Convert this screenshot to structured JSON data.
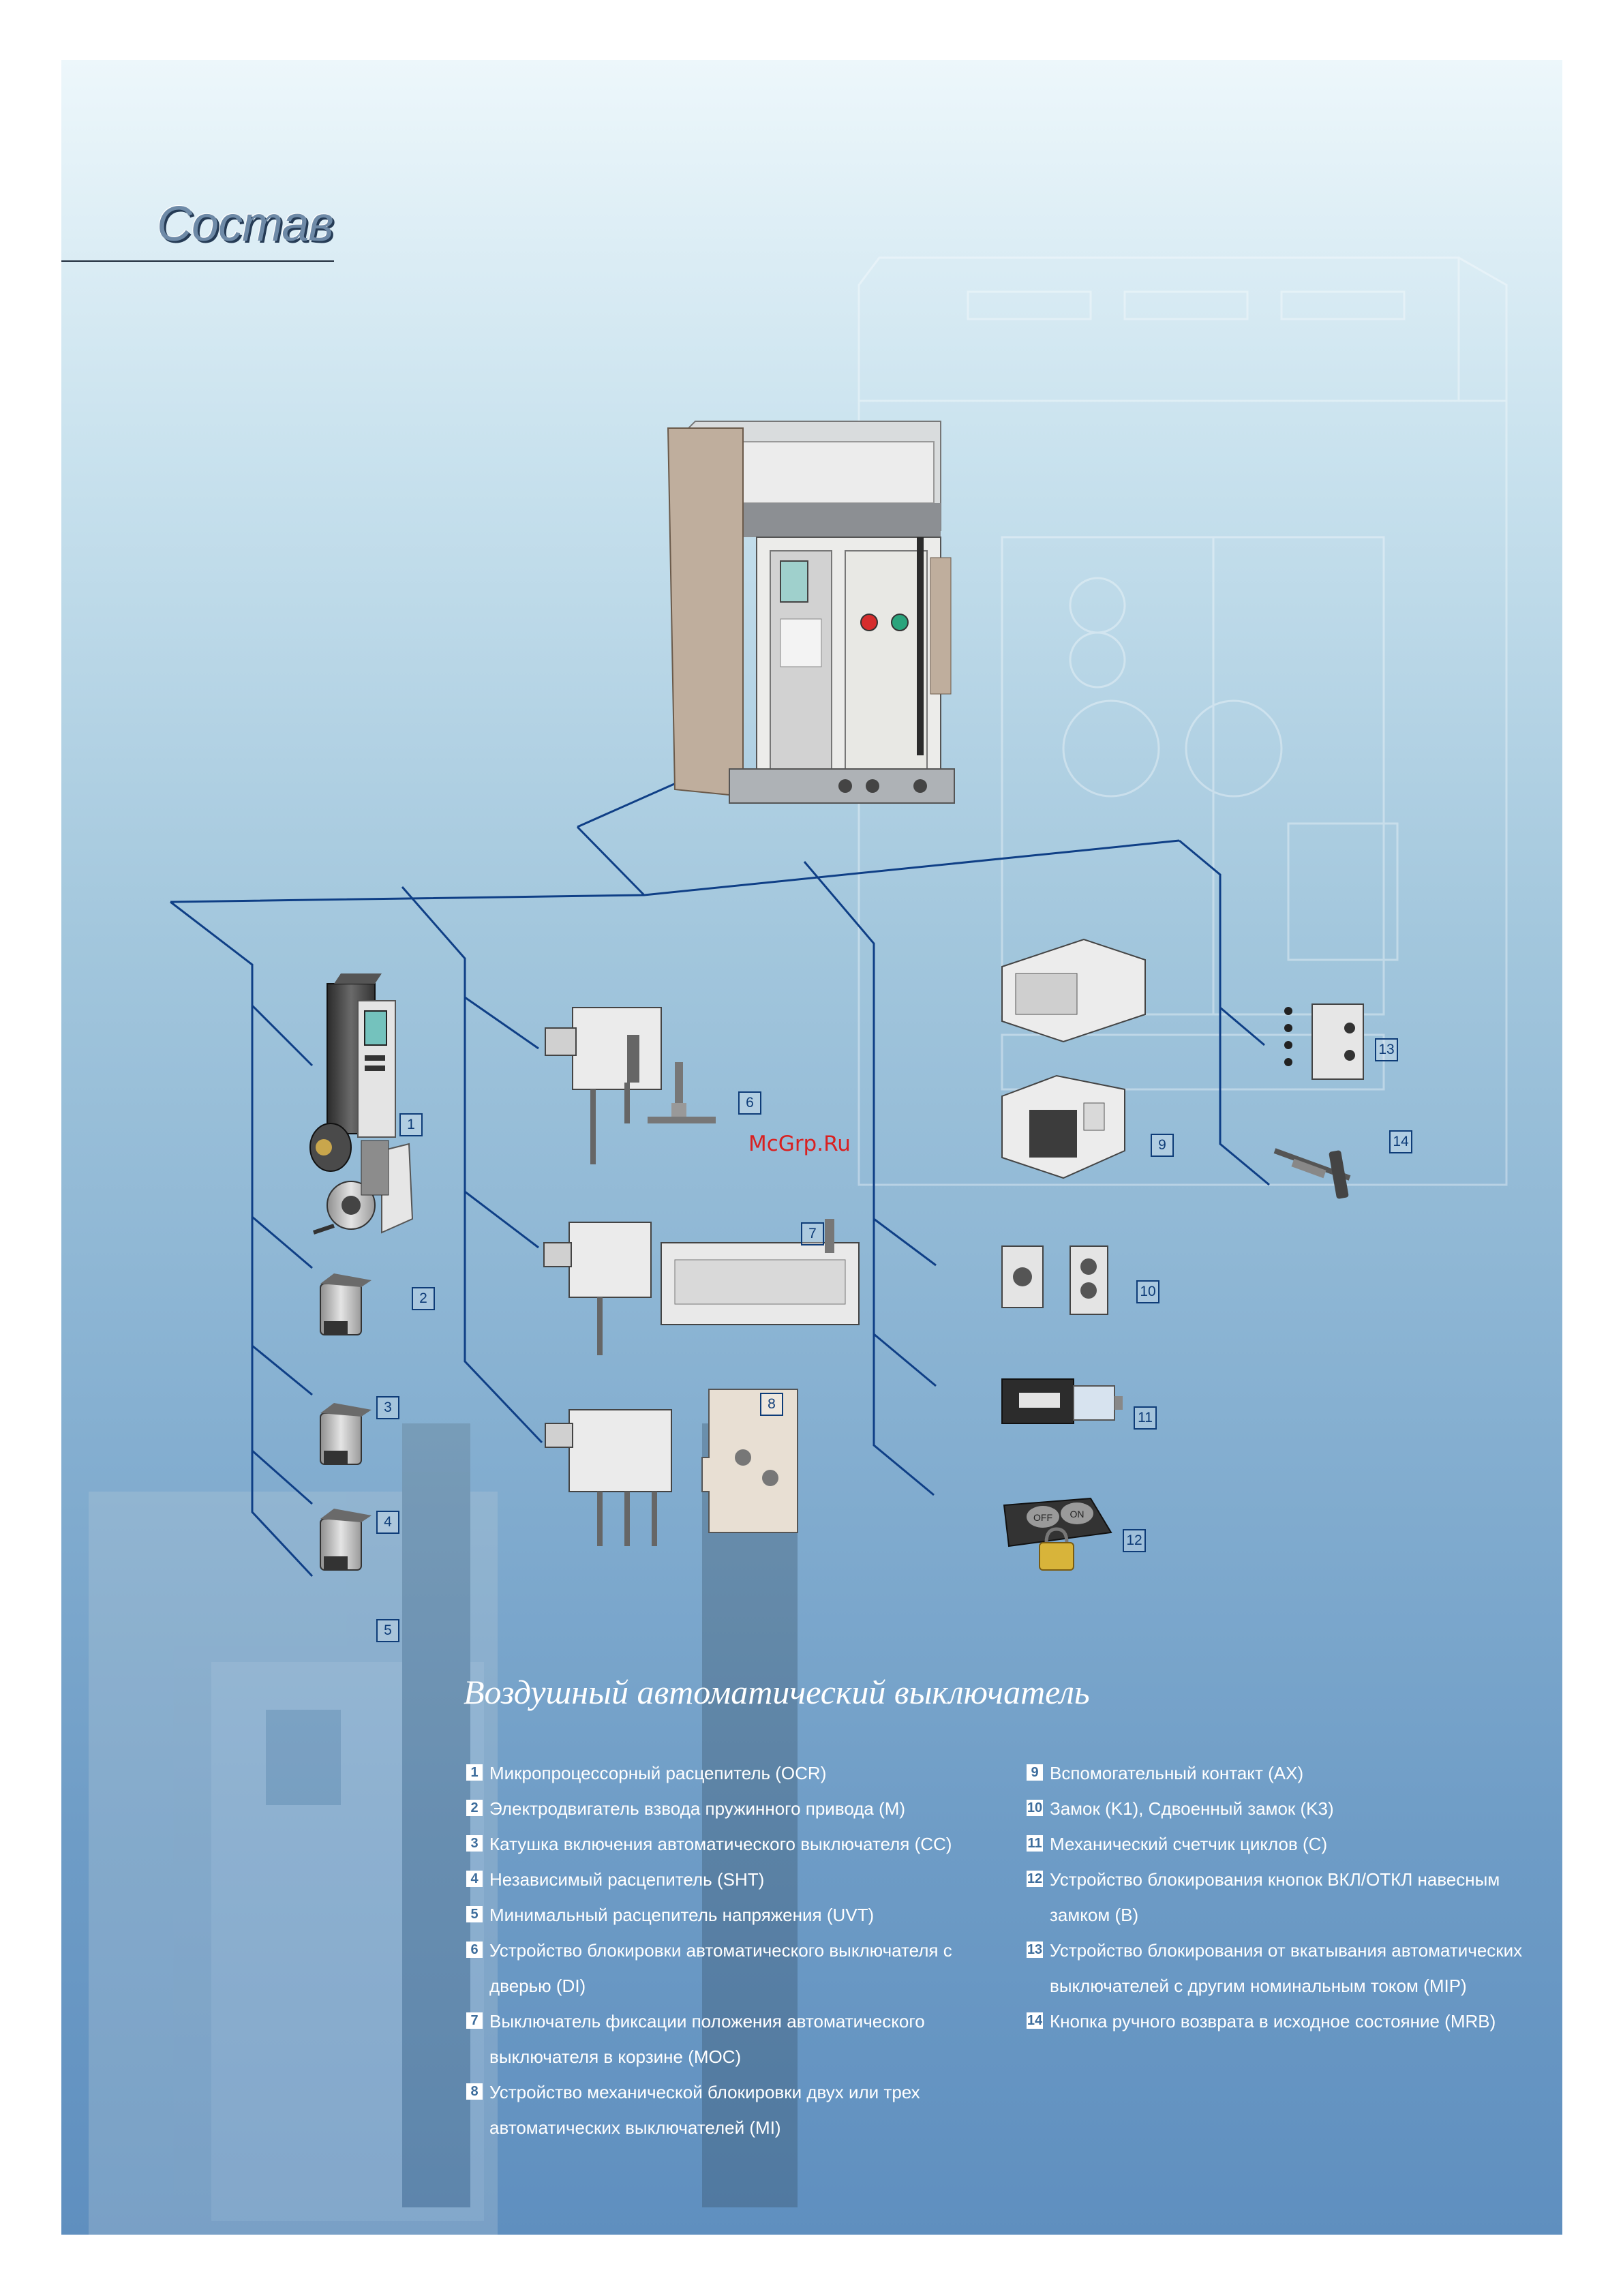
{
  "title": "Состав",
  "watermark": "McGrp.Ru",
  "legend_title": "Воздушный автоматический выключатель",
  "items": [
    {
      "num": "1",
      "text": "Микропроцессорный расцепитель (OCR)"
    },
    {
      "num": "2",
      "text": "Электродвигатель взвода пружинного привода (M)"
    },
    {
      "num": "3",
      "text": "Катушка включения автоматического выключателя (CC)"
    },
    {
      "num": "4",
      "text": "Независимый расцепитель (SHT)"
    },
    {
      "num": "5",
      "text": "Минимальный расцепитель напряжения (UVT)"
    },
    {
      "num": "6",
      "text": "Устройство блокировки автоматического выключателя с дверью (DI)"
    },
    {
      "num": "7",
      "text": "Выключатель фиксации положения автоматического выключателя в корзине (MOC)"
    },
    {
      "num": "8",
      "text": "Устройство механической блокировки двух или трех автоматических выключателей (MI)"
    },
    {
      "num": "9",
      "text": "Вспомогательный контакт (AX)"
    },
    {
      "num": "10",
      "text": "Замок (K1), Сдвоенный замок (K3)"
    },
    {
      "num": "11",
      "text": "Механический счетчик циклов (C)"
    },
    {
      "num": "12",
      "text": "Устройство блокирования кнопок ВКЛ/ОТКЛ навесным замком (B)"
    },
    {
      "num": "13",
      "text": "Устройство блокирования от вкатывания автоматических выключателей с другим номинальным током (MIP)"
    },
    {
      "num": "14",
      "text": "Кнопка ручного возврата в исходное состояние (MRB)"
    }
  ],
  "breaker_labels": {
    "off": "OFF",
    "on": "ON"
  },
  "colors": {
    "connector": "#0f3f86",
    "accent_badge": "#0e3c78",
    "watermark": "#d92020"
  }
}
